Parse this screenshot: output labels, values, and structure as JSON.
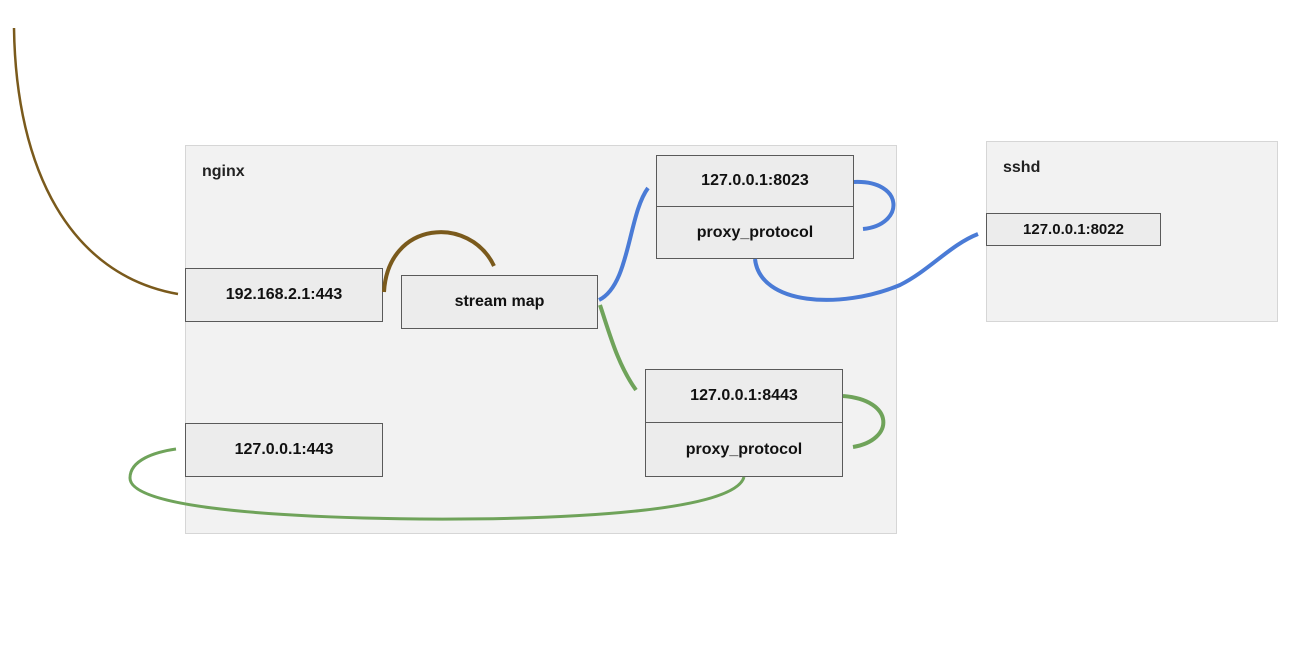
{
  "containers": {
    "nginx": {
      "label": "nginx"
    },
    "sshd": {
      "label": "sshd"
    }
  },
  "nodes": {
    "listen_external": "192.168.2.1:443",
    "stream_map": "stream map",
    "ssh_upstream": "127.0.0.1:8023",
    "ssh_proxy_protocol": "proxy_protocol",
    "https_upstream": "127.0.0.1:8443",
    "https_proxy_protocol": "proxy_protocol",
    "listen_internal": "127.0.0.1:443",
    "sshd_listen": "127.0.0.1:8022"
  },
  "colors": {
    "incoming": "#7a5a1c",
    "ssh_route": "#4a7bd6",
    "https_route": "#6fa35a",
    "container_bg": "#f2f2f2",
    "node_bg": "#ececec"
  }
}
